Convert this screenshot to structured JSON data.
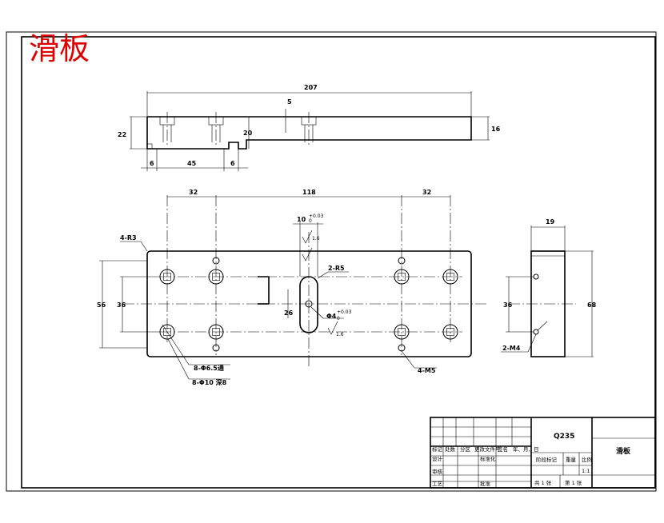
{
  "title": "滑板",
  "top_view": {
    "overall": "207",
    "depth": "5",
    "h_left": "22",
    "h_mid": "20",
    "h_right": "16",
    "d1": "6",
    "d2": "45",
    "d3": "6"
  },
  "front_view": {
    "span_left": "32",
    "span_mid": "118",
    "span_right": "32",
    "height_outer": "56",
    "height_inner": "36",
    "slot_width": "10",
    "slot_tol_top": "+0.03",
    "slot_tol_bot": "0",
    "slot_height": "26",
    "corner": "4-R3",
    "slot_radius": "2-R5",
    "hole_dia": "Φ4",
    "hole_tol_top": "+0.03",
    "hole_tol_bot": "0",
    "rough": "1.6",
    "leader_a": "8-Φ6.5通",
    "leader_b": "8-Φ10 深8",
    "leader_c": "4-M5"
  },
  "side_view": {
    "width": "19",
    "height_outer": "68",
    "height_inner": "36",
    "thread": "2-M4"
  },
  "title_block": {
    "material": "Q235",
    "part_name": "滑板",
    "row_labels": [
      "标记",
      "处数",
      "分区",
      "更改文件号",
      "签名",
      "年、月、日"
    ],
    "design": "设计",
    "standard": "标准化",
    "check": "审核",
    "process": "工艺",
    "approve": "批准",
    "stage_mark": "阶段标记",
    "weight": "重量",
    "scale": "比例",
    "scale_value": "1:1",
    "sheet_total": "共 1 张",
    "sheet_no": "第 1 张"
  }
}
